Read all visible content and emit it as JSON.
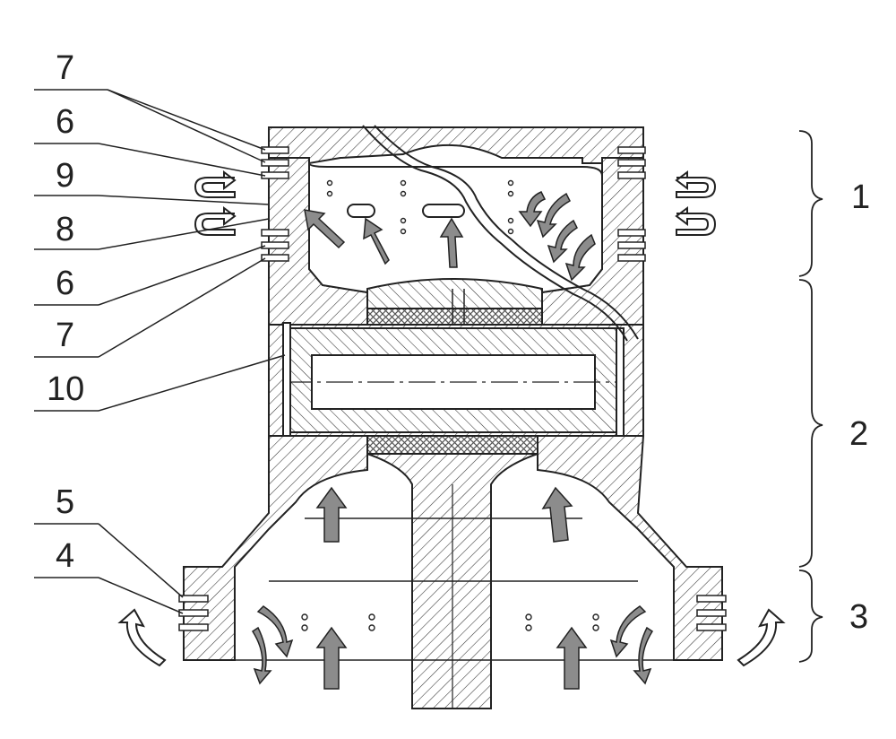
{
  "callouts_left": [
    {
      "id": "c1",
      "text": "7"
    },
    {
      "id": "c2",
      "text": "6"
    },
    {
      "id": "c3",
      "text": "9"
    },
    {
      "id": "c4",
      "text": "8"
    },
    {
      "id": "c5",
      "text": "6"
    },
    {
      "id": "c6",
      "text": "7"
    },
    {
      "id": "c7",
      "text": "10"
    },
    {
      "id": "c8",
      "text": "5"
    },
    {
      "id": "c9",
      "text": "4"
    }
  ],
  "zones_right": [
    {
      "id": "z1",
      "text": "1"
    },
    {
      "id": "z2",
      "text": "2"
    },
    {
      "id": "z3",
      "text": "3"
    }
  ],
  "colors": {
    "line": "#222222",
    "hatch": "#333333",
    "arrow_fill": "#8c8c8c",
    "crosshatch": "#555555"
  }
}
